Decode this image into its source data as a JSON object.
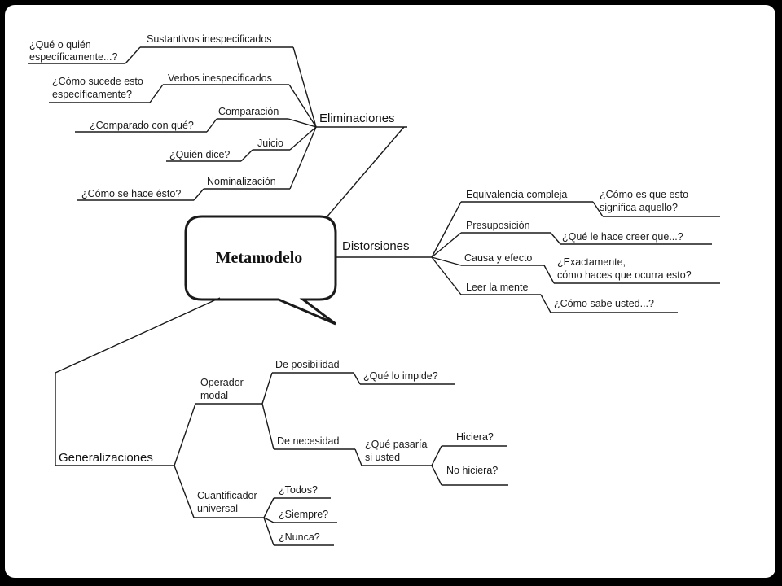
{
  "center": "Metamodelo",
  "eliminaciones": {
    "label": "Eliminaciones",
    "branches": [
      {
        "category": "Sustantivos inespecificados",
        "question_line1": "¿Qué o quién",
        "question_line2": "específicamente...?"
      },
      {
        "category": "Verbos inespecificados",
        "question_line1": "¿Cómo sucede esto",
        "question_line2": "específicamente?"
      },
      {
        "category": "Comparación",
        "question_line1": "¿Comparado con qué?"
      },
      {
        "category": "Juicio",
        "question_line1": "¿Quién dice?"
      },
      {
        "category": "Nominalización",
        "question_line1": "¿Cómo se hace ésto?"
      }
    ]
  },
  "distorsiones": {
    "label": "Distorsiones",
    "branches": [
      {
        "category": "Equivalencia compleja",
        "question_line1": "¿Cómo es que esto",
        "question_line2": "significa aquello?"
      },
      {
        "category": "Presuposición",
        "question_line1": "¿Qué le hace creer que...?"
      },
      {
        "category": "Causa y efecto",
        "question_line1": "¿Exactamente,",
        "question_line2": "cómo haces que ocurra esto?"
      },
      {
        "category": "Leer la mente",
        "question_line1": "¿Cómo sabe usted...?"
      }
    ]
  },
  "generalizaciones": {
    "label": "Generalizaciones",
    "operador_modal": {
      "label_line1": "Operador",
      "label_line2": "modal",
      "posibilidad": {
        "label": "De posibilidad",
        "question": "¿Qué lo impide?"
      },
      "necesidad": {
        "label": "De necesidad",
        "question_line1": "¿Qué pasaría",
        "question_line2": "si usted",
        "options": [
          "Hiciera?",
          "No hiciera?"
        ]
      }
    },
    "cuantificador": {
      "label_line1": "Cuantificador",
      "label_line2": "universal",
      "questions": [
        "¿Todos?",
        "¿Siempre?",
        "¿Nunca?"
      ]
    }
  }
}
